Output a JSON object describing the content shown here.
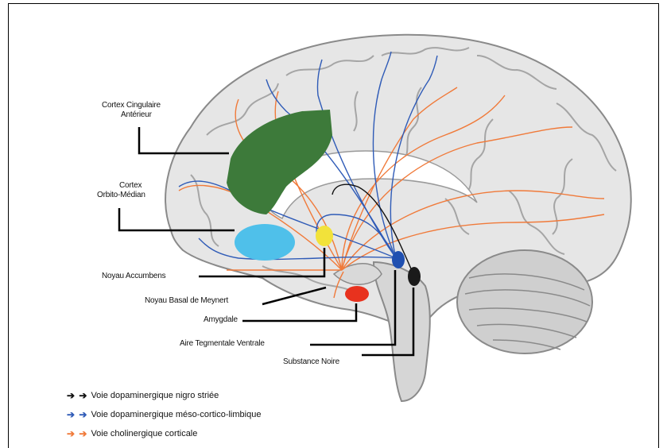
{
  "labels": {
    "acc_line1": "Cortex Cingulaire",
    "acc_line2": "Antérieur",
    "ofc_line1": "Cortex",
    "ofc_line2": "Orbito-Médian",
    "nacc": "Noyau Accumbens",
    "nbm": "Noyau Basal de Meynert",
    "amyg": "Amygdale",
    "vta": "Aire Tegmentale Ventrale",
    "sn": "Substance Noire"
  },
  "legend": [
    {
      "arrows": "➔ ➔",
      "text": "Voie dopaminergique nigro striée",
      "color": "#111111"
    },
    {
      "arrows": "➔ ➔",
      "text": "Voie dopaminergique méso-cortico-limbique",
      "color": "#2f5bb7"
    },
    {
      "arrows": "➔ ➔",
      "text": "Voie cholinergique corticale",
      "color": "#f07a3a"
    }
  ],
  "colors": {
    "acc": "#3d7a3a",
    "ofc": "#4fc0ea",
    "nacc": "#f2e23a",
    "vta": "#1f4fb0",
    "sn": "#1a1a1a",
    "amyg": "#e8321e",
    "dopa_blue": "#2f5bb7",
    "cholin_orange": "#f07a3a"
  }
}
